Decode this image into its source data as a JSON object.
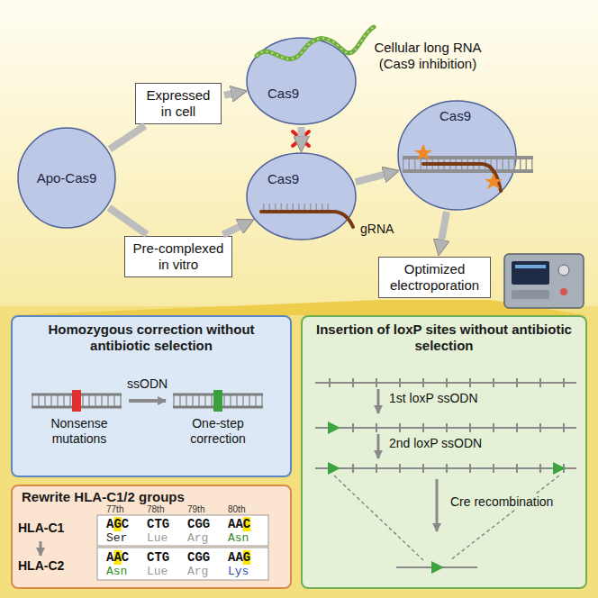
{
  "diagram": {
    "nodes": [
      {
        "text": [
          "Apo-Cas9"
        ]
      },
      {
        "text": [
          "Expressed in cell"
        ]
      },
      {
        "text": [
          "Pre-complexed in vitro"
        ]
      },
      {
        "text": [
          "Cas9"
        ]
      },
      {
        "text": [
          "Cas9"
        ]
      },
      {
        "text": [
          "Cas9"
        ]
      },
      {
        "text": [
          "Optimized electroporation"
        ]
      },
      {
        "text": [
          "Homozygous correction without antibiotic selection"
        ]
      },
      {
        "text": [
          "Rewrite HLA-C1/2 groups"
        ]
      },
      {
        "text": [
          "Insertion of loxP sites without antibiotic selection"
        ]
      }
    ],
    "edges": [
      {
        "from": 0,
        "to": 1,
        "arrow": "none"
      },
      {
        "from": 1,
        "to": 3,
        "arrow": "to"
      },
      {
        "from": 0,
        "to": 2,
        "arrow": "none"
      },
      {
        "from": 2,
        "to": 4,
        "arrow": "to"
      },
      {
        "from": 3,
        "to": 4,
        "arrow": "to"
      },
      {
        "from": 4,
        "to": 5,
        "arrow": "to"
      },
      {
        "from": 5,
        "to": 6,
        "arrow": "to"
      }
    ],
    "labels": [
      "Cellular long RNA (Cas9 inhibition)",
      "gRNA",
      "Nonsense mutations",
      "ssODN",
      "One-step correction",
      "HLA-C1",
      "HLA-C2",
      "77th",
      "78th",
      "79th",
      "80th",
      "AGC",
      "CTG",
      "CGG",
      "AAC",
      "Ser",
      "Lue",
      "Arg",
      "Asn",
      "AAC",
      "CTG",
      "CGG",
      "AAG",
      "Asn",
      "Lue",
      "Arg",
      "Lys",
      "1st loxP ssODN",
      "2nd loxP ssODN",
      "Cre recombination"
    ]
  }
}
